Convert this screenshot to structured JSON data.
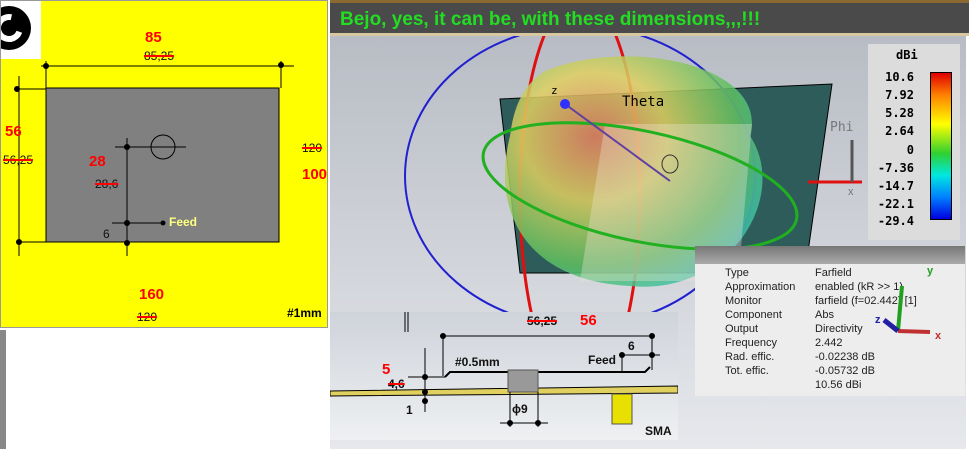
{
  "header": {
    "title": "Bejo, yes, it can be, with these dimensions,,,!!!"
  },
  "top_view": {
    "width_new": "85",
    "width_old": "85,25",
    "height_new": "56",
    "height_old": "56,25",
    "feed_offset_new": "28",
    "feed_offset_old": "28,6",
    "feed_gap": "6",
    "feed_label": "Feed",
    "ground_h_old": "120",
    "ground_h_new": "100",
    "ground_w_new": "160",
    "ground_w_old": "120",
    "thickness": "#1mm"
  },
  "farfield": {
    "theta_label": "Theta",
    "phi_label": "Phi",
    "z_axis": "z",
    "x_axis": "x",
    "legend_unit": "dBi",
    "legend_ticks": [
      "10.6",
      "7.92",
      "5.28",
      "2.64",
      "0",
      "-7.36",
      "-14.7",
      "-22.1",
      "-29.4"
    ],
    "info": [
      {
        "k": "Type",
        "v": "Farfield"
      },
      {
        "k": "Approximation",
        "v": "enabled (kR >> 1)"
      },
      {
        "k": "Monitor",
        "v": "farfield (f=02.442) [1]"
      },
      {
        "k": "Component",
        "v": "Abs"
      },
      {
        "k": "Output",
        "v": "Directivity"
      },
      {
        "k": "Frequency",
        "v": "2.442"
      },
      {
        "k": "Rad. effic.",
        "v": "-0.02238 dB"
      },
      {
        "k": "Tot. effic.",
        "v": "-0.05732 dB"
      },
      {
        "k": "",
        "v": "10.56 dBi"
      }
    ],
    "triad": {
      "x": "x",
      "y": "y",
      "z": "z"
    }
  },
  "side_view": {
    "len_old": "56,25",
    "len_new": "56",
    "h_new": "5",
    "h_old": "4,6",
    "pcb": "1",
    "plate": "#0.5mm",
    "post": "ϕ9",
    "feed_label": "Feed",
    "feed_gap": "6",
    "connector": "SMA"
  }
}
